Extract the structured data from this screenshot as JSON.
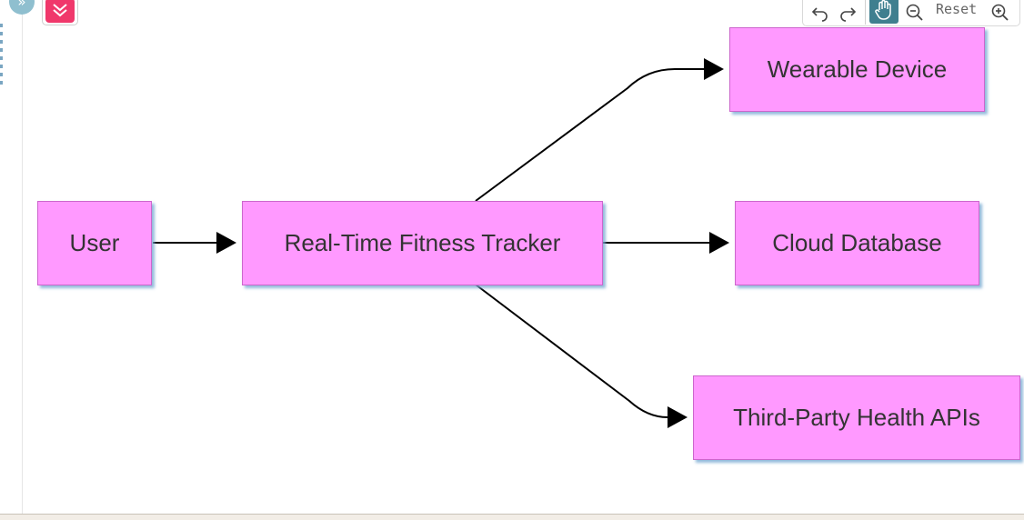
{
  "toolbar": {
    "reset_label": "Reset",
    "active_tool": "pan"
  },
  "diagram": {
    "type": "flowchart",
    "direction": "left-to-right",
    "node_fill": "#ff99ff",
    "node_border": "#cc66cc",
    "nodes": [
      {
        "id": "user",
        "label": "User"
      },
      {
        "id": "tracker",
        "label": "Real-Time Fitness Tracker"
      },
      {
        "id": "wearable",
        "label": "Wearable Device"
      },
      {
        "id": "cloud",
        "label": "Cloud Database"
      },
      {
        "id": "apis",
        "label": "Third-Party Health APIs"
      }
    ],
    "edges": [
      {
        "from": "user",
        "to": "tracker"
      },
      {
        "from": "tracker",
        "to": "wearable"
      },
      {
        "from": "tracker",
        "to": "cloud"
      },
      {
        "from": "tracker",
        "to": "apis"
      }
    ]
  }
}
